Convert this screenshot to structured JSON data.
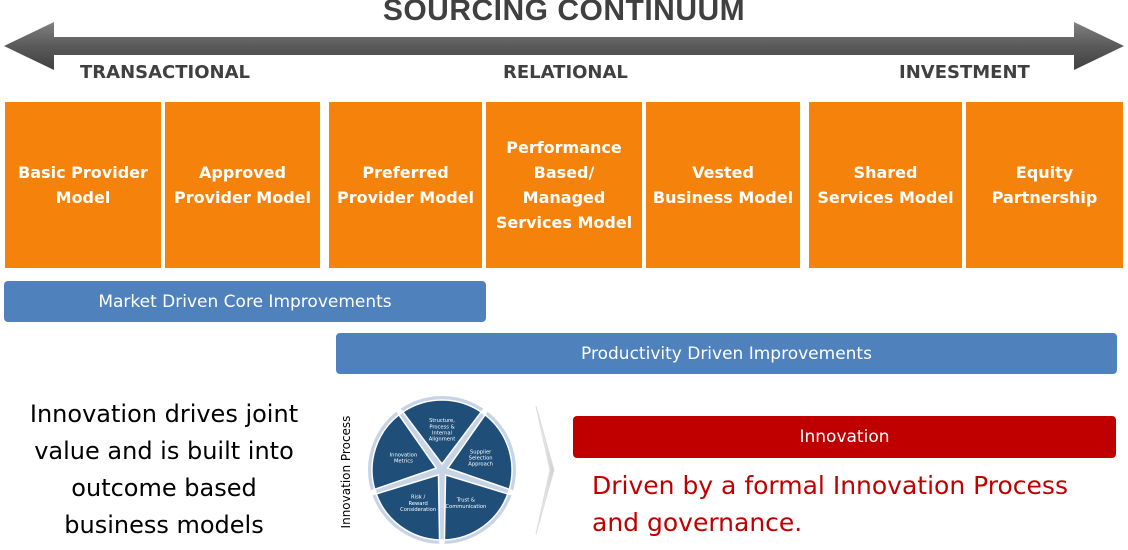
{
  "title": "SOURCING CONTINUUM",
  "categories": [
    "TRANSACTIONAL",
    "RELATIONAL",
    "INVESTMENT"
  ],
  "models": [
    "Basic Provider Model",
    "Approved Provider Model",
    "Preferred Provider Model",
    "Performance Based/ Managed Services Model",
    "Vested Business Model",
    "Shared Services Model",
    "Equity Partnership"
  ],
  "bars": {
    "market": "Market Driven Core Improvements",
    "productivity": "Productivity Driven Improvements"
  },
  "statement": "Innovation drives joint value and is built into outcome based business models",
  "cycle": {
    "label": "Innovation Process",
    "segments": [
      "Structure, Process & Internal Alignment",
      "Supplier Selection Approach",
      "Trust & Communication",
      "Risk / Reward Consideration",
      "Innovation Metrics"
    ]
  },
  "innovation": {
    "label": "Innovation",
    "description": "Driven by a formal Innovation Process and governance."
  },
  "colors": {
    "orange": "#f5820a",
    "blue": "#4f81bd",
    "red": "#c00000",
    "navy": "#1f4e79",
    "arrow": "#595959"
  }
}
